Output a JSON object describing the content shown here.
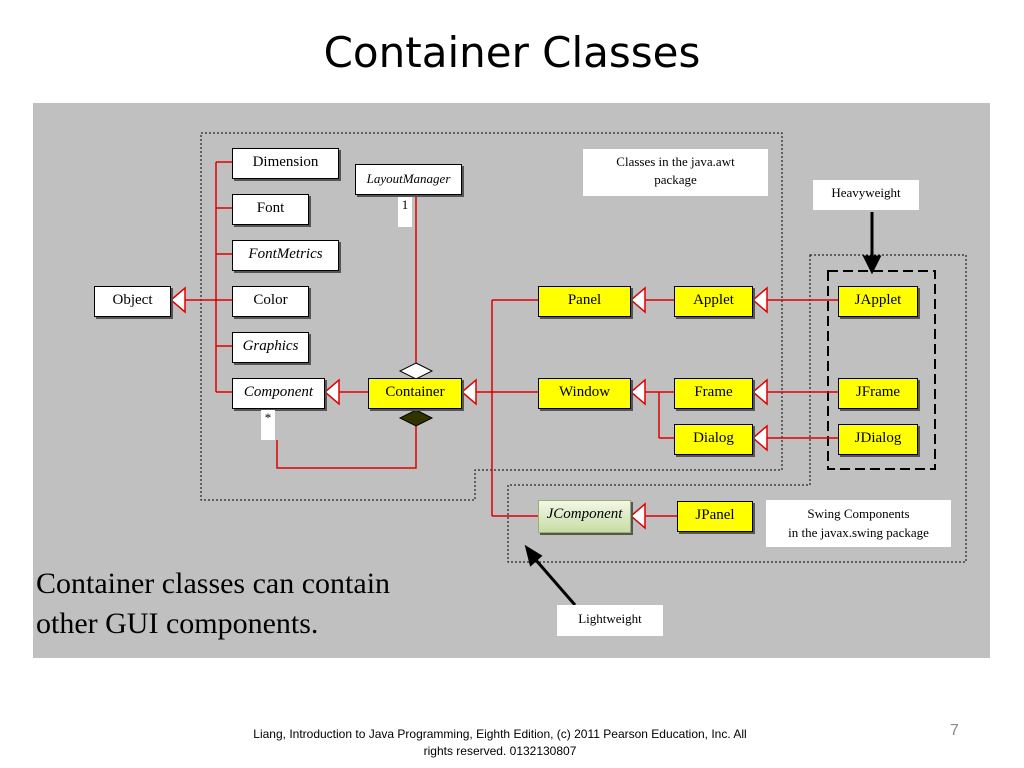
{
  "slide": {
    "title": "Container Classes",
    "caption_line1": "Container classes can contain",
    "caption_line2": "other GUI components.",
    "footer_line1": "Liang, Introduction to Java Programming, Eighth Edition, (c) 2011 Pearson Education, Inc. All",
    "footer_line2": "rights reserved. 0132130807",
    "page_number": "7"
  },
  "classes": {
    "object": "Object",
    "dimension": "Dimension",
    "font": "Font",
    "fontmetrics": "FontMetrics",
    "color": "Color",
    "graphics": "Graphics",
    "component": "Component",
    "layoutmanager": "LayoutManager",
    "container": "Container",
    "panel": "Panel",
    "applet": "Applet",
    "window": "Window",
    "frame": "Frame",
    "dialog": "Dialog",
    "japplet": "JApplet",
    "jframe": "JFrame",
    "jdialog": "JDialog",
    "jcomponent": "JComponent",
    "jpanel": "JPanel"
  },
  "multiplicity": {
    "layout_one": "1",
    "component_many": "*"
  },
  "notes": {
    "awt_line1": "Classes in the java.awt",
    "awt_line2": "package",
    "heavyweight": "Heavyweight",
    "swing_line1": "Swing Components",
    "swing_line2": "in the javax.swing package",
    "lightweight": "Lightweight"
  },
  "colors": {
    "panel_bg": "#c0c0c0",
    "class_highlight": "#ffff00",
    "relation_line": "#e00000"
  }
}
